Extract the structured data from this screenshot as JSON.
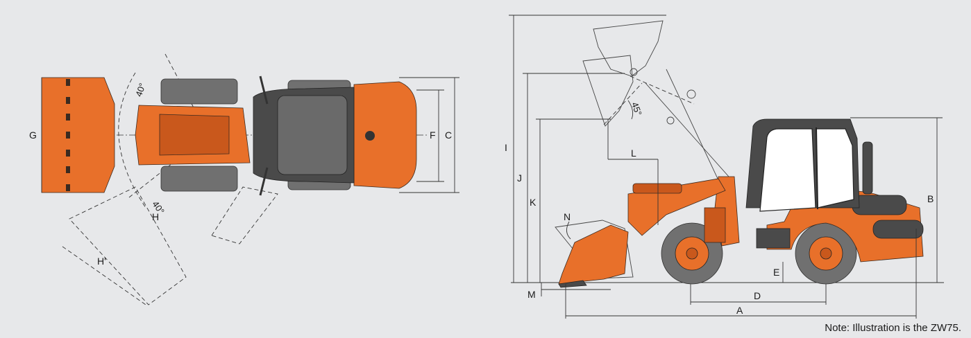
{
  "labels": {
    "top_view": {
      "G": "G",
      "F": "F",
      "C": "C",
      "H": "H",
      "H_prime": "H'",
      "angle_upper": "40°",
      "angle_lower": "40°"
    },
    "side_view": {
      "I": "I",
      "J": "J",
      "K": "K",
      "L": "L",
      "N": "N",
      "M": "M",
      "E": "E",
      "D": "D",
      "A": "A",
      "B": "B",
      "dump_angle": "45°"
    }
  },
  "note": "Note: Illustration is the ZW75.",
  "colors": {
    "background": "#e7e8ea",
    "machine_orange": "#e8702a",
    "tire_gray": "#707070",
    "cab_dark": "#4a4a4a"
  }
}
